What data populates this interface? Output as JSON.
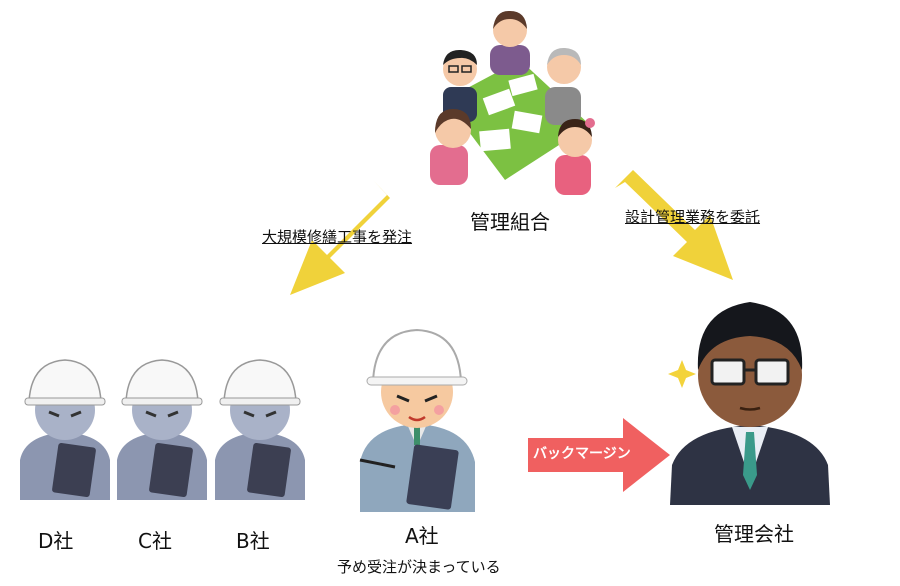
{
  "nodes": {
    "union": {
      "label": "管理組合"
    },
    "company_d": {
      "label": "D社"
    },
    "company_c": {
      "label": "C社"
    },
    "company_b": {
      "label": "B社"
    },
    "company_a": {
      "label": "A社",
      "note": "予め受注が決まっている"
    },
    "management_company": {
      "label": "管理会社"
    }
  },
  "edges": {
    "order_construction": {
      "label": "大規模修繕工事を発注"
    },
    "entrust_design": {
      "label": "設計管理業務を委託"
    },
    "back_margin": {
      "label": "バックマージン"
    }
  },
  "colors": {
    "arrow_yellow": "#f0d23a",
    "back_margin_arrow": "#f06060",
    "table_green": "#7cc142"
  }
}
